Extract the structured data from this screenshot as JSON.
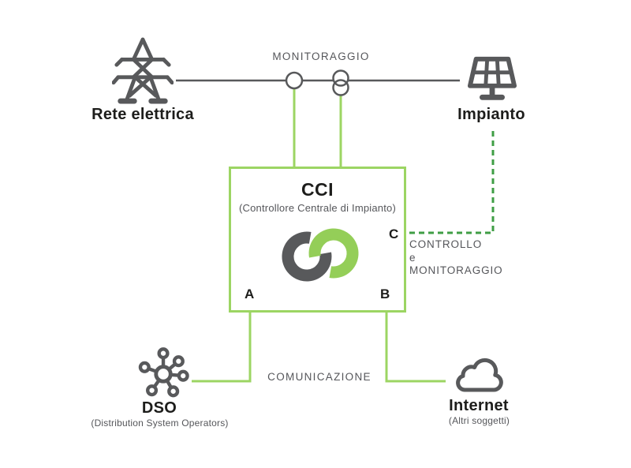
{
  "diagram": {
    "nodes": {
      "rete_elettrica": {
        "label": "Rete elettrica",
        "icon": "transmission-tower-icon"
      },
      "impianto": {
        "label": "Impianto",
        "icon": "solar-panel-icon"
      },
      "cci": {
        "title": "CCI",
        "subtitle": "(Controllore Centrale di Impianto)",
        "logo": "cci-logo",
        "port_a": "A",
        "port_b": "B",
        "port_c": "C"
      },
      "dso": {
        "label": "DSO",
        "sublabel": "(Distribution System Operators)",
        "icon": "network-hub-icon"
      },
      "internet": {
        "label": "Internet",
        "sublabel": "(Altri soggetti)",
        "icon": "cloud-icon"
      }
    },
    "link_labels": {
      "monitoraggio": "MONITORAGGIO",
      "comunicazione": "COMUNICAZIONE",
      "controllo_line1": "CONTROLLO",
      "controllo_line2": "e",
      "controllo_line3": "MONITORAGGIO"
    },
    "colors": {
      "solid_link_green": "#9CD563",
      "dashed_link_green": "#3F9E45",
      "icon_gray": "#58595B",
      "label_gray": "#55565A",
      "title_black": "#1D1D1B"
    }
  }
}
